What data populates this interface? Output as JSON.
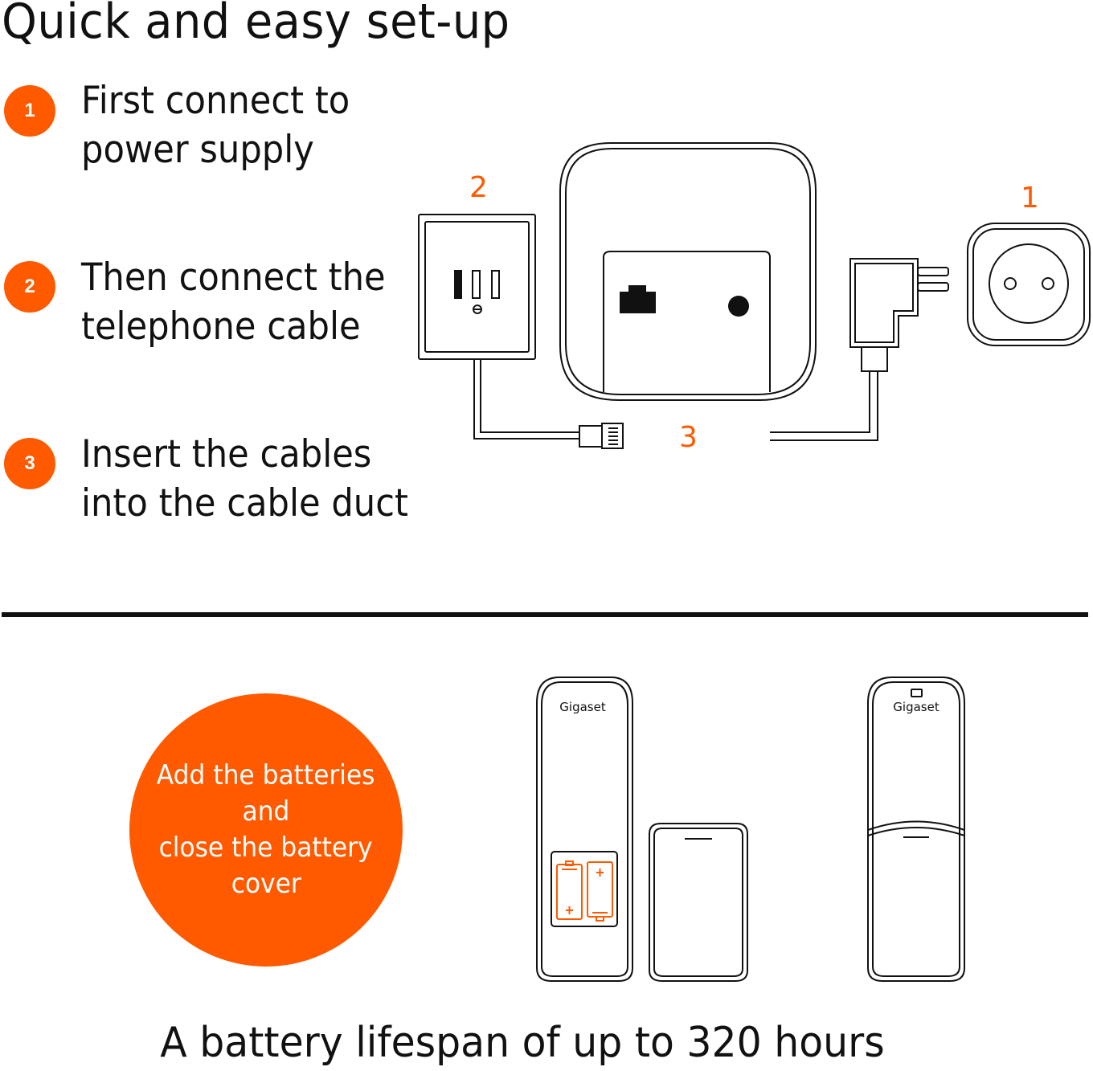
{
  "title": "Quick and easy set-up",
  "steps": [
    {
      "number": "1",
      "line1": "First connect to",
      "line2": "power supply"
    },
    {
      "number": "2",
      "line1": "Then connect the",
      "line2": "telephone cable"
    },
    {
      "number": "3",
      "line1": "Insert the cables",
      "line2": "into the cable duct"
    }
  ],
  "diagram_labels": {
    "phone_socket": "2",
    "power_outlet": "1",
    "cable_duct": "3"
  },
  "battery_note": {
    "line1": "Add the batteries",
    "line2": "and",
    "line3": "close the battery",
    "line4": "cover"
  },
  "handset_brand_left": "Gigaset",
  "handset_brand_right": "Gigaset",
  "footer": "A battery lifespan of up to 320 hours",
  "colors": {
    "accent": "#ff5a00",
    "ink": "#111111"
  }
}
